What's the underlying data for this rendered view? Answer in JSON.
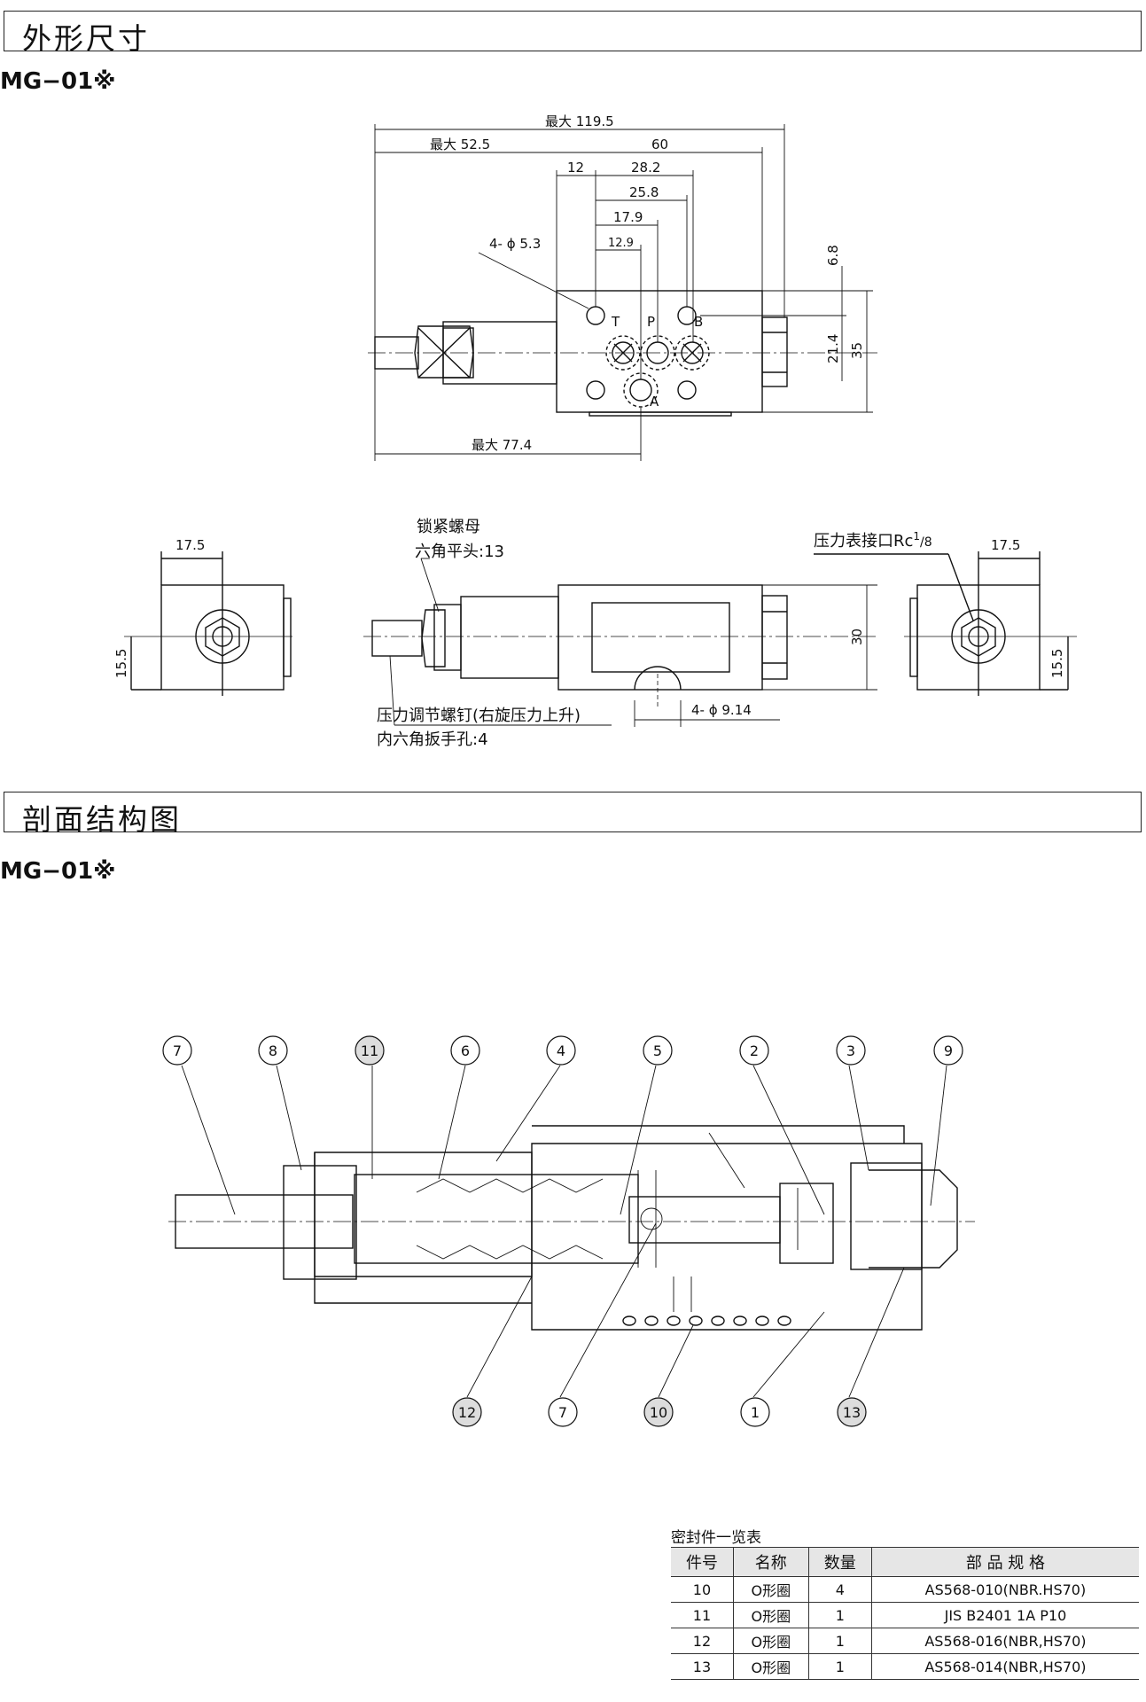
{
  "sections": {
    "dimensions_title": "外形尺寸",
    "section_title": "剖面结构图"
  },
  "models": {
    "top": "MG−01※",
    "bottom": "MG−01※"
  },
  "top_view": {
    "max_119_5": "最大 119.5",
    "max_52_5": "最大 52.5",
    "d60": "60",
    "d12": "12",
    "d28_2": "28.2",
    "d25_8": "25.8",
    "d17_9": "17.9",
    "d12_9": "12.9",
    "holes": "4- ϕ 5.3",
    "d6_8": "6.8",
    "d21_4": "21.4",
    "d35": "35",
    "max_77_4": "最大 77.4",
    "port_t": "T",
    "port_p": "P",
    "port_b": "B",
    "port_a": "A"
  },
  "side_view": {
    "left_17_5": "17.5",
    "left_15_5": "15.5",
    "lock_nut": "锁紧螺母",
    "hex_13": "六角平头:13",
    "gauge_port": "压力表接口Rc",
    "gauge_sup": "1",
    "gauge_sub": "/8",
    "right_17_5": "17.5",
    "right_15_5": "15.5",
    "d30": "30",
    "holes_9_14": "4- ϕ 9.14",
    "adjust_screw": "压力调节螺钉(右旋压力上升)",
    "hex_socket": "内六角扳手孔:4"
  },
  "callouts_top": [
    "7",
    "8",
    "11",
    "6",
    "4",
    "5",
    "2",
    "3",
    "9"
  ],
  "callouts_bottom": [
    "12",
    "7",
    "10",
    "1",
    "13"
  ],
  "seal_table": {
    "title": "密封件一览表",
    "headers": [
      "件号",
      "名称",
      "数量",
      "部 品 规 格"
    ],
    "rows": [
      [
        "10",
        "O形圈",
        "4",
        "AS568-010(NBR.HS70)"
      ],
      [
        "11",
        "O形圈",
        "1",
        "JIS  B2401  1A  P10"
      ],
      [
        "12",
        "O形圈",
        "1",
        "AS568-016(NBR,HS70)"
      ],
      [
        "13",
        "O形圈",
        "1",
        "AS568-014(NBR,HS70)"
      ]
    ]
  }
}
